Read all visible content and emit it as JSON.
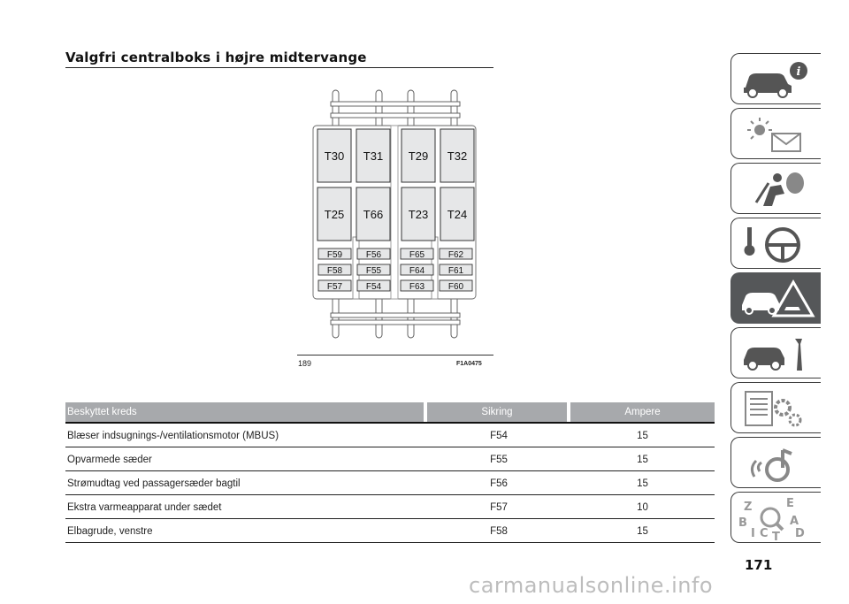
{
  "page": {
    "title": "Valgfri centralboks i højre midtervange",
    "page_number": "171",
    "watermark": "carmanualsonline.info"
  },
  "figure": {
    "number": "189",
    "code": "F1A0475",
    "relays": [
      "T30",
      "T31",
      "T29",
      "T32",
      "T25",
      "T66",
      "T23",
      "T24"
    ],
    "fuse_columns": [
      [
        "F59",
        "F58",
        "F57"
      ],
      [
        "F56",
        "F55",
        "F54"
      ],
      [
        "F65",
        "F64",
        "F63"
      ],
      [
        "F62",
        "F61",
        "F60"
      ]
    ]
  },
  "table": {
    "headers": [
      "Beskyttet kreds",
      "Sikring",
      "Ampere"
    ],
    "rows": [
      [
        "Blæser indsugnings-/ventilationsmotor (MBUS)",
        "F54",
        "15"
      ],
      [
        "Opvarmede sæder",
        "F55",
        "15"
      ],
      [
        "Strømudtag ved passagersæder bagtil",
        "F56",
        "15"
      ],
      [
        "Ekstra varmeapparat under sædet",
        "F57",
        "10"
      ],
      [
        "Elbagrude, venstre",
        "F58",
        "15"
      ]
    ]
  },
  "tabs": [
    {
      "icon": "car-info-icon",
      "active": false
    },
    {
      "icon": "warning-lights-icon",
      "active": false
    },
    {
      "icon": "airbag-seat-icon",
      "active": false
    },
    {
      "icon": "steering-key-icon",
      "active": false
    },
    {
      "icon": "car-breakdown-warning-icon",
      "active": true
    },
    {
      "icon": "car-maintenance-icon",
      "active": false
    },
    {
      "icon": "technical-data-icon",
      "active": false
    },
    {
      "icon": "multimedia-icon",
      "active": false
    },
    {
      "icon": "index-icon",
      "active": false,
      "letters": [
        "Z",
        "E",
        "B",
        "A",
        "D",
        "I",
        "C",
        "T"
      ]
    }
  ],
  "colors": {
    "header_bg": "#a7a9ac",
    "active_tab": "#555759",
    "relay_fill": "#e6e7e8"
  }
}
